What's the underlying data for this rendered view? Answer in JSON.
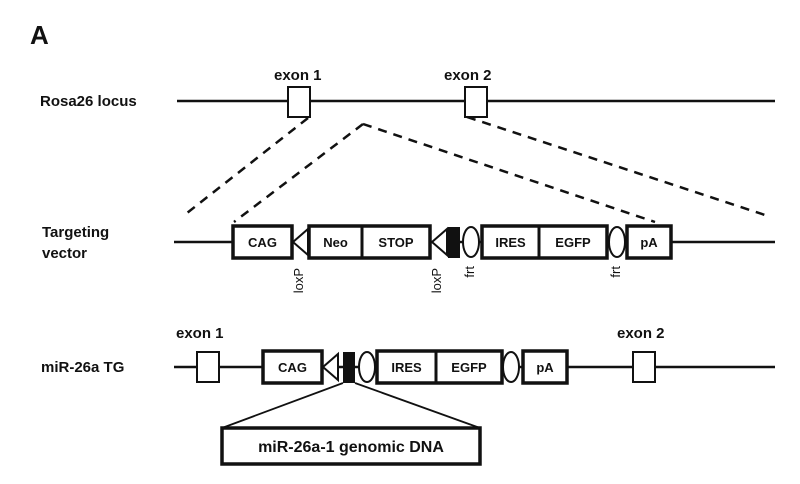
{
  "panel_label": "A",
  "rows": {
    "rosa26": {
      "label": "Rosa26 locus",
      "exon1": "exon 1",
      "exon2": "exon 2"
    },
    "targeting": {
      "label_line1": "Targeting",
      "label_line2": "vector",
      "boxes": {
        "cag": "CAG",
        "neo": "Neo",
        "stop": "STOP",
        "ires": "IRES",
        "egfp": "EGFP",
        "pa": "pA"
      },
      "sites": {
        "loxp1": "loxP",
        "loxp2": "loxP",
        "frt1": "frt",
        "frt2": "frt"
      }
    },
    "transgene": {
      "label": "miR-26a TG",
      "exon1": "exon 1",
      "exon2": "exon 2",
      "boxes": {
        "cag": "CAG",
        "ires": "IRES",
        "egfp": "EGFP",
        "pa": "pA"
      },
      "insert": "miR-26a-1 genomic DNA"
    }
  }
}
